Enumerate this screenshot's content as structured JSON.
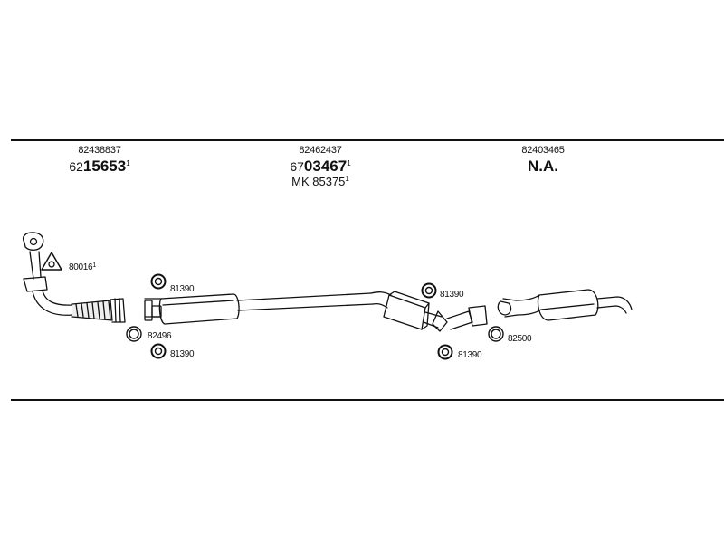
{
  "sections": [
    {
      "part_number": "82438837",
      "code_prefix": "62",
      "code_bold": "15653",
      "code_note": "1"
    },
    {
      "part_number": "82462437",
      "code_prefix": "67",
      "code_bold": "03467",
      "code_note": "1",
      "sub_prefix": "MK",
      "sub_code": "85375",
      "sub_note": "1"
    },
    {
      "part_number": "82403465",
      "code_text": "N.A."
    }
  ],
  "labels": {
    "gasket_80016": "80016",
    "gasket_80016_note": "1",
    "ring_81390_a": "81390",
    "clamp_82496": "82496",
    "ring_81390_b": "81390",
    "ring_81390_c": "81390",
    "ring_81390_d": "81390",
    "clamp_82500": "82500"
  }
}
